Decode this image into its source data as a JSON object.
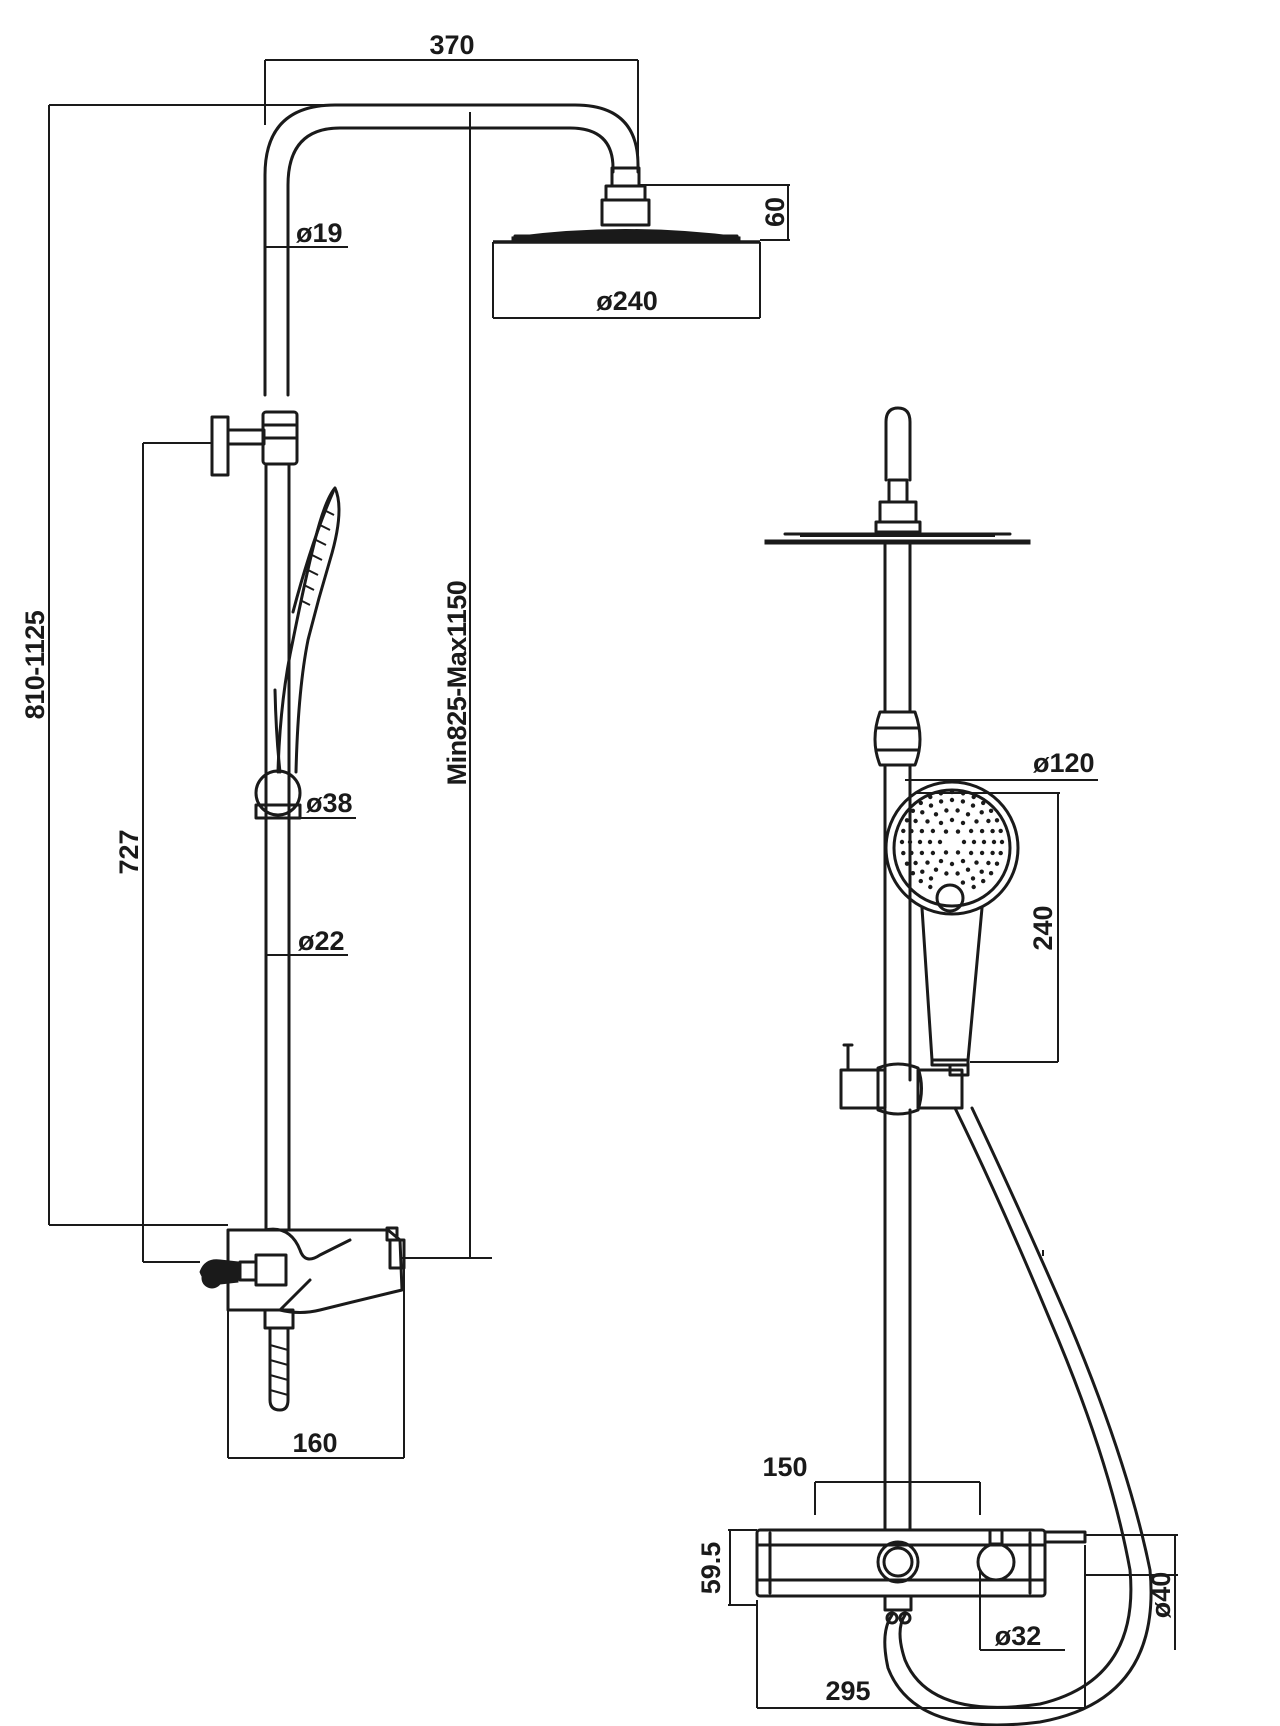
{
  "side_view": {
    "dim_top_width": "370",
    "dim_head_height": "60",
    "dim_head_diameter": "ø240",
    "dim_upper_pipe_diameter": "ø19",
    "dim_overall_height": "810-1125",
    "dim_adjustable_height": "Min825-Max1150",
    "dim_holder_height": "727",
    "dim_handle_diameter": "ø38",
    "dim_lower_pipe_diameter": "ø22",
    "dim_mixer_depth": "160"
  },
  "front_view": {
    "dim_hand_shower_diameter": "ø120",
    "dim_hand_shower_length": "240",
    "dim_mixer_center_width": "150",
    "dim_mixer_height": "59.5",
    "dim_knob_diameter": "ø32",
    "dim_mixer_width": "295",
    "dim_mixer_depth_40": "ø40"
  }
}
